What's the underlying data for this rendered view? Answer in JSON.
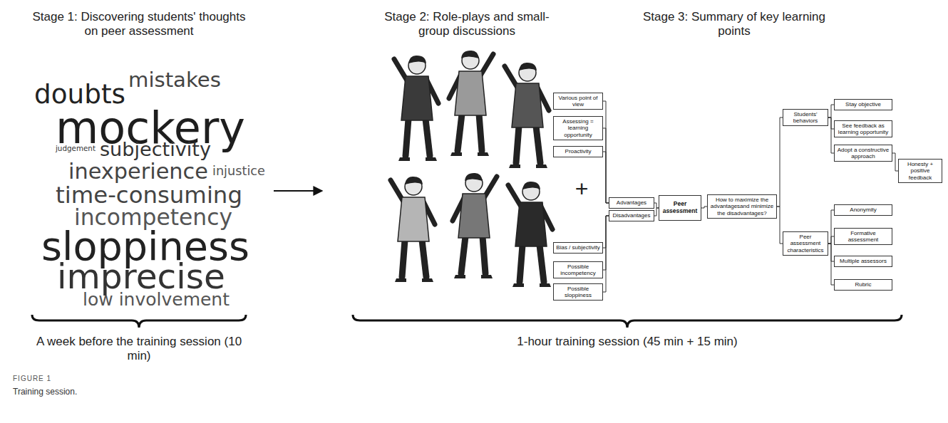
{
  "diagram": {
    "caption": "Training session.",
    "nodes": [
      {
        "text": [
          "Various point of view"
        ]
      },
      {
        "text": [
          "Assessing = learning opportunity"
        ]
      },
      {
        "text": [
          "Proactivity"
        ]
      },
      {
        "text": [
          "Advantages"
        ]
      },
      {
        "text": [
          "Disadvantages"
        ]
      },
      {
        "text": [
          "Bias / subjectivity"
        ]
      },
      {
        "text": [
          "Possible incompetency"
        ]
      },
      {
        "text": [
          "Possible sloppiness"
        ]
      },
      {
        "text": [
          "Peer assessment"
        ]
      },
      {
        "text": [
          "How to maximize the advantagesand minimize the disadvantages?"
        ]
      },
      {
        "text": [
          "Students' behaviors"
        ]
      },
      {
        "text": [
          "Stay objective"
        ]
      },
      {
        "text": [
          "See feedback as learning opportunity"
        ]
      },
      {
        "text": [
          "Adopt a constructive approach"
        ]
      },
      {
        "text": [
          "Honesty + positive feedback"
        ]
      },
      {
        "text": [
          "Peer assessment characteristics"
        ]
      },
      {
        "text": [
          "Anonymity"
        ]
      },
      {
        "text": [
          "Formative assessment"
        ]
      },
      {
        "text": [
          "Multiple assessors"
        ]
      },
      {
        "text": [
          "Rubric"
        ]
      }
    ],
    "edges": [
      {
        "from": 8,
        "to": 3,
        "arrow": "none"
      },
      {
        "from": 8,
        "to": 4,
        "arrow": "none"
      },
      {
        "from": 3,
        "to": 0,
        "arrow": "none"
      },
      {
        "from": 3,
        "to": 1,
        "arrow": "none"
      },
      {
        "from": 3,
        "to": 2,
        "arrow": "none"
      },
      {
        "from": 4,
        "to": 5,
        "arrow": "none"
      },
      {
        "from": 4,
        "to": 6,
        "arrow": "none"
      },
      {
        "from": 4,
        "to": 7,
        "arrow": "none"
      },
      {
        "from": 8,
        "to": 9,
        "arrow": "none"
      },
      {
        "from": 9,
        "to": 10,
        "arrow": "none"
      },
      {
        "from": 9,
        "to": 15,
        "arrow": "none"
      },
      {
        "from": 10,
        "to": 11,
        "arrow": "none"
      },
      {
        "from": 10,
        "to": 12,
        "arrow": "none"
      },
      {
        "from": 10,
        "to": 13,
        "arrow": "none"
      },
      {
        "from": 13,
        "to": 14,
        "arrow": "none"
      },
      {
        "from": 15,
        "to": 16,
        "arrow": "none"
      },
      {
        "from": 15,
        "to": 17,
        "arrow": "none"
      },
      {
        "from": 15,
        "to": 18,
        "arrow": "none"
      },
      {
        "from": 15,
        "to": 19,
        "arrow": "none"
      }
    ],
    "labels": [
      "Stage 1: Discovering students' thoughts on peer assessment",
      "mistakes",
      "doubts",
      "mockery",
      "judgement",
      "subjectivity",
      "injustice",
      "inexperience",
      "time-consuming",
      "incompetency",
      "sloppiness",
      "imprecise",
      "low involvement",
      "A week before the training session (10 min)",
      "Stage 2: Role-plays and small-group discussions",
      "+",
      "Stage 3: Summary of key learning points",
      "1-hour training session (45 min + 15 min)",
      "FIGURE 1"
    ]
  }
}
